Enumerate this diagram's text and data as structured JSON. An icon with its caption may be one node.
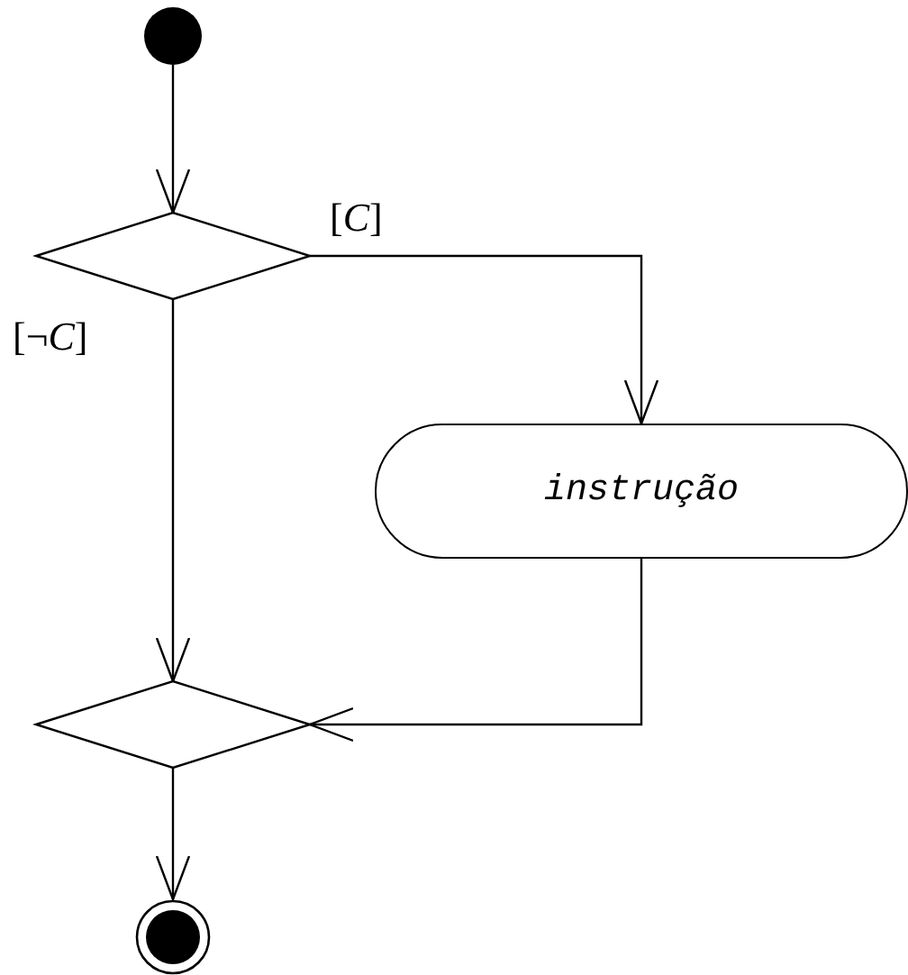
{
  "diagram": {
    "nodes": [
      {
        "text": [],
        "shape": "circle"
      },
      {
        "text": [],
        "shape": "diamond"
      },
      {
        "text": [
          "instrução"
        ]
      },
      {
        "text": [],
        "shape": "diamond"
      },
      {
        "text": [],
        "shape": "circle"
      }
    ],
    "edges": [
      {
        "from": 0,
        "to": 1,
        "arrow": "to"
      },
      {
        "from": 1,
        "to": 2,
        "arrow": "to",
        "label": "[*C*]"
      },
      {
        "from": 1,
        "to": 3,
        "arrow": "to",
        "label": "[¬*C*]"
      },
      {
        "from": 2,
        "to": 3,
        "arrow": "to"
      },
      {
        "from": 3,
        "to": 4,
        "arrow": "to"
      }
    ]
  }
}
